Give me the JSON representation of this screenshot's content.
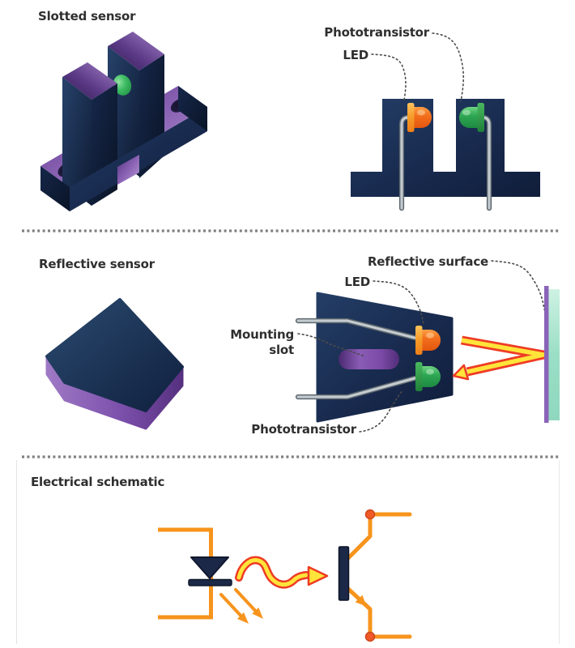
{
  "titles": {
    "slotted": "Slotted sensor",
    "reflective": "Reflective sensor",
    "schematic": "Electrical schematic"
  },
  "slotted_labels": {
    "phototransistor": "Phototransistor",
    "led": "LED"
  },
  "reflective_labels": {
    "surface": "Reflective surface",
    "led": "LED",
    "mounting_line1": "Mounting",
    "mounting_line2": "slot",
    "phototransistor": "Phototransistor"
  },
  "colors": {
    "text": "#2f2f2f",
    "body_navy": "#1b2b4e",
    "navy_dark": "#0f1c33",
    "purple_light": "#a883c8",
    "purple_dark": "#3b2260",
    "slot_purple": "#7c4fa8",
    "led_orange": "#f3701d",
    "led_orange_flange": "#f9a825",
    "phototransistor_green": "#2ca352",
    "wire_gray": "#c3cbd0",
    "wire_gray_dark": "#5c666d",
    "schematic_orange": "#f7941d",
    "terminal_dot": "#f05a28",
    "arrow_yellow": "#ffe43a",
    "arrow_red": "#ee3b24",
    "surface_teal": "#9adec6",
    "surface_purple": "#8a63b8",
    "leader_gray": "#4a4a4a",
    "divider_gray": "#7f7f7f"
  }
}
